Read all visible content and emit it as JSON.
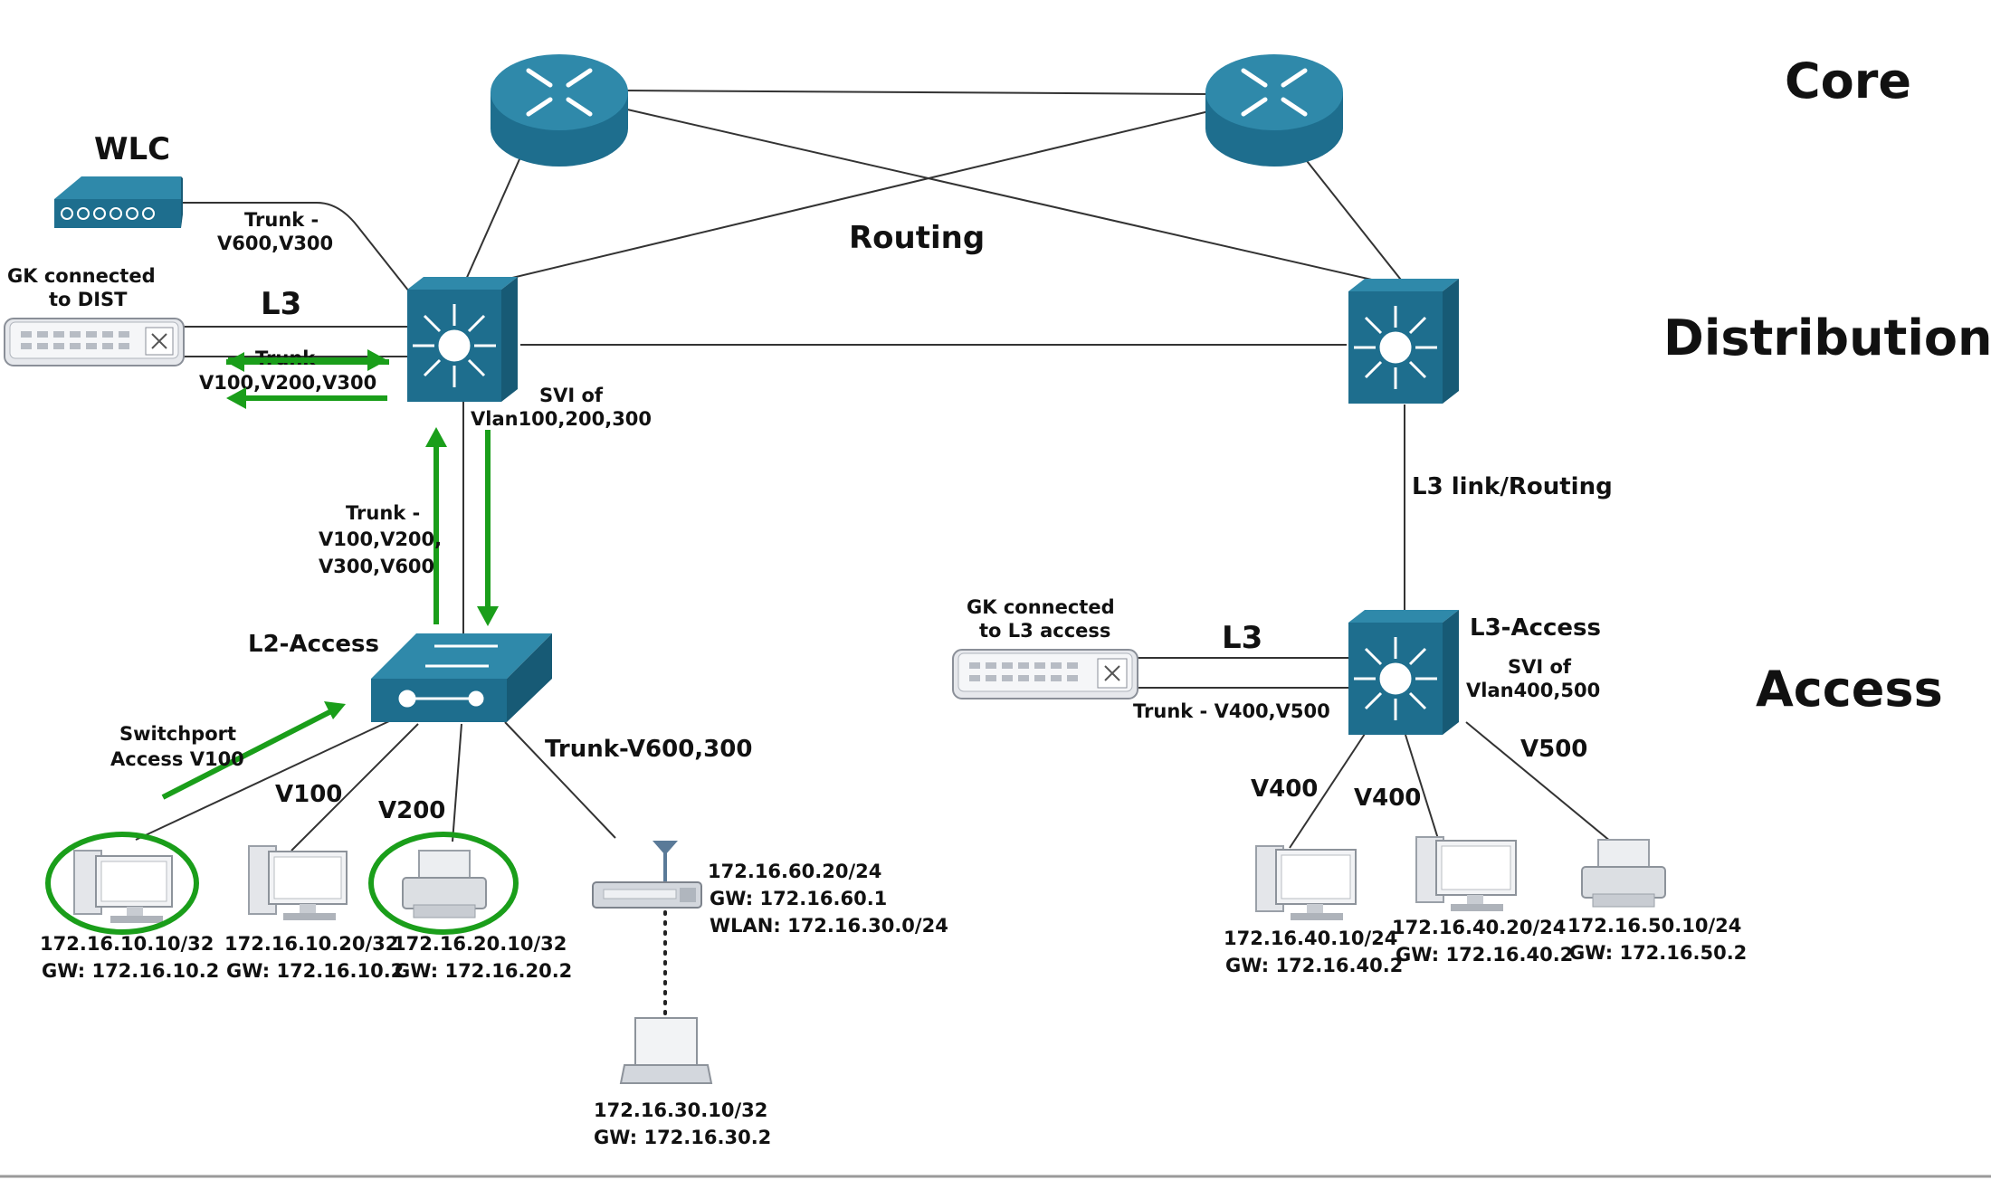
{
  "tiers": {
    "core": "Core",
    "distribution": "Distribution",
    "access": "Access"
  },
  "labels": {
    "wlc": "WLC",
    "routing": "Routing",
    "wlc_trunk_1": "Trunk -",
    "wlc_trunk_2": "V600,V300",
    "gk_dist_1": "GK connected",
    "gk_dist_2": "to DIST",
    "l3_left": "L3",
    "gk_trunk_1": "Trunk -",
    "gk_trunk_2": "V100,V200,V300",
    "svi_dist_1": "SVI of",
    "svi_dist_2": "Vlan100,200,300",
    "trunk_access_1": "Trunk -",
    "trunk_access_2": "V100,V200,",
    "trunk_access_3": "V300,V600",
    "l3_link": "L3 link/Routing",
    "l2_access": "L2-Access",
    "switchport_1": "Switchport",
    "switchport_2": "Access V100",
    "trunk_ap": "Trunk-V600,300",
    "v100": "V100",
    "v200": "V200",
    "gk_l3_1": "GK connected",
    "gk_l3_2": "to L3 access",
    "l3_right": "L3",
    "trunk_l3_access": "Trunk - V400,V500",
    "l3_access": "L3-Access",
    "svi_l3_1": "SVI of",
    "svi_l3_2": "Vlan400,500",
    "v400_a": "V400",
    "v400_b": "V400",
    "v500": "V500"
  },
  "hosts": {
    "pc1": {
      "ip": "172.16.10.10/32",
      "gw": "GW: 172.16.10.2"
    },
    "pc2": {
      "ip": "172.16.10.20/32",
      "gw": "GW: 172.16.10.2"
    },
    "printer1": {
      "ip": "172.16.20.10/32",
      "gw": "GW: 172.16.20.2"
    },
    "ap": {
      "ip": "172.16.60.20/24",
      "gw": "GW: 172.16.60.1",
      "wlan": "WLAN: 172.16.30.0/24"
    },
    "laptop": {
      "ip": "172.16.30.10/32",
      "gw": "GW: 172.16.30.2"
    },
    "pc3": {
      "ip": "172.16.40.10/24",
      "gw": "GW: 172.16.40.2"
    },
    "pc4": {
      "ip": "172.16.40.20/24",
      "gw": "GW: 172.16.40.2"
    },
    "printer2": {
      "ip": "172.16.50.10/24",
      "gw": "GW: 172.16.50.2"
    }
  },
  "colors": {
    "device_blue": "#1e6e8e",
    "flow_green": "#1a9e1a",
    "link": "#333333"
  }
}
